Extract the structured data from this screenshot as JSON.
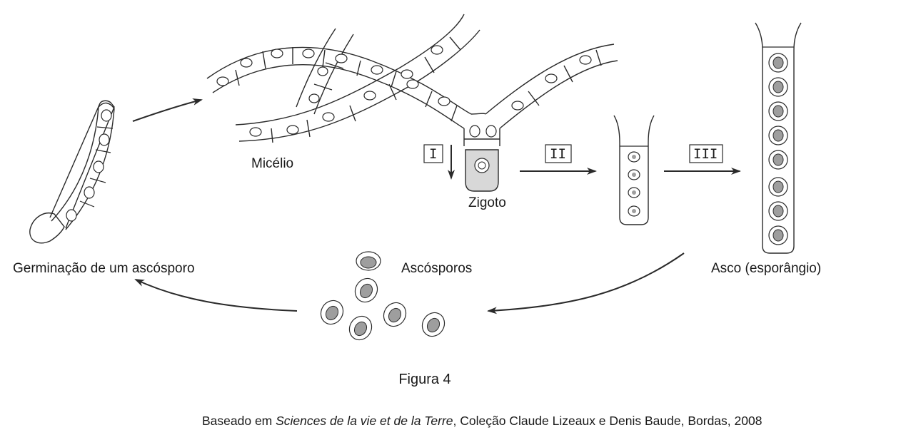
{
  "labels": {
    "micelio": "Micélio",
    "zigoto": "Zigoto",
    "germinacao": "Germinação de um ascósporo",
    "ascosporos": "Ascósporos",
    "asco": "Asco (esporângio)"
  },
  "steps": {
    "step1": "I",
    "step2": "II",
    "step3": "III"
  },
  "caption": "Figura 4",
  "source": {
    "prefix": "Baseado em ",
    "title": "Sciences de la vie et de la Terre",
    "suffix": ", Coleção Claude Lizeaux e Denis Baude, Bordas, 2008"
  },
  "colors": {
    "line": "#2a2a2a",
    "spore_fill": "#9e9e9e",
    "zygote_fill": "#d8d8d8"
  }
}
